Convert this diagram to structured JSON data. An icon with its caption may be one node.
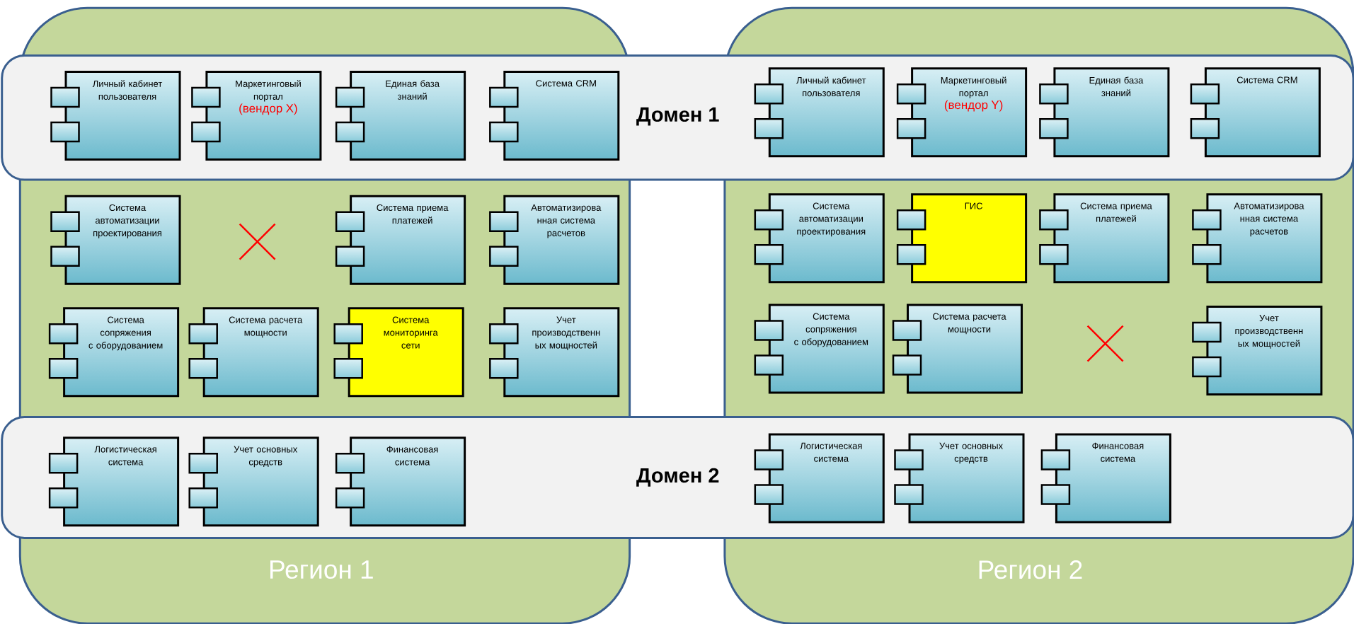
{
  "diagram": {
    "nodes": [
      {
        "text": [
          "Регион 1"
        ]
      },
      {
        "text": [
          "Регион 2"
        ]
      },
      {
        "text": [
          "Домен 1"
        ]
      },
      {
        "text": [
          "Личный кабинет пользователя"
        ]
      },
      {
        "text": [
          "Маркетинговый портал",
          "(вендор X)"
        ]
      },
      {
        "text": [
          "Единая база знаний"
        ]
      },
      {
        "text": [
          "Система CRM"
        ]
      },
      {
        "text": [
          "Личный кабинет пользователя"
        ]
      },
      {
        "text": [
          "Маркетинговый портал",
          "(вендор Y)"
        ]
      },
      {
        "text": [
          "Единая база знаний"
        ]
      },
      {
        "text": [
          "Система CRM"
        ]
      },
      {
        "text": [
          "Система автоматизации проектирования"
        ],
        "in": 0
      },
      {
        "text": [
          "Система приема платежей"
        ],
        "in": 0
      },
      {
        "text": [
          "Автоматизирова нная система расчетов"
        ],
        "in": 0
      },
      {
        "text": [
          "Система сопряжения с оборудованием"
        ],
        "in": 0
      },
      {
        "text": [
          "Система расчета мощности"
        ],
        "in": 0
      },
      {
        "text": [
          "Система мониторинга сети"
        ],
        "in": 0
      },
      {
        "text": [
          "Учет производственн ых мощностей"
        ],
        "in": 0
      },
      {
        "text": [
          "Система автоматизации проектирования"
        ],
        "in": 1
      },
      {
        "text": [
          "ГИС"
        ],
        "in": 1
      },
      {
        "text": [
          "Система приема платежей"
        ],
        "in": 1
      },
      {
        "text": [
          "Автоматизирова нная система расчетов"
        ],
        "in": 1
      },
      {
        "text": [
          "Система сопряжения с оборудованием"
        ],
        "in": 1
      },
      {
        "text": [
          "Система расчета мощности"
        ],
        "in": 1
      },
      {
        "text": [
          "Учет производственн ых мощностей"
        ],
        "in": 1
      },
      {
        "text": [
          "Домен 2"
        ]
      },
      {
        "text": [
          "Логистическая система"
        ]
      },
      {
        "text": [
          "Учет основных средств"
        ]
      },
      {
        "text": [
          "Финансовая система"
        ]
      },
      {
        "text": [
          "Логистическая система"
        ]
      },
      {
        "text": [
          "Учет основных средств"
        ]
      },
      {
        "text": [
          "Финансовая система"
        ]
      }
    ]
  }
}
